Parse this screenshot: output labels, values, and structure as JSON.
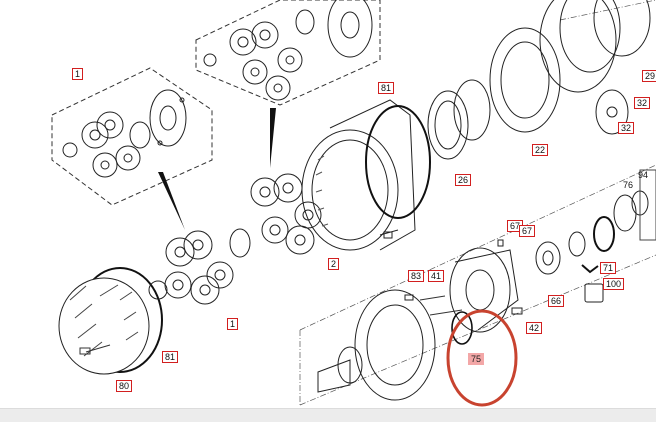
{
  "diagram": {
    "callouts": [
      {
        "id": "c1a",
        "text": "1"
      },
      {
        "id": "c1b",
        "text": "1"
      },
      {
        "id": "c2",
        "text": "2"
      },
      {
        "id": "c22",
        "text": "22"
      },
      {
        "id": "c26",
        "text": "26"
      },
      {
        "id": "c29",
        "text": "29"
      },
      {
        "id": "c32a",
        "text": "32"
      },
      {
        "id": "c32b",
        "text": "32"
      },
      {
        "id": "c41",
        "text": "41"
      },
      {
        "id": "c42",
        "text": "42"
      },
      {
        "id": "c66",
        "text": "66"
      },
      {
        "id": "c67a",
        "text": "67"
      },
      {
        "id": "c67b",
        "text": "67"
      },
      {
        "id": "c71",
        "text": "71"
      },
      {
        "id": "c75",
        "text": "75"
      },
      {
        "id": "c80",
        "text": "80"
      },
      {
        "id": "c81a",
        "text": "81"
      },
      {
        "id": "c81b",
        "text": "81"
      },
      {
        "id": "c83",
        "text": "83"
      },
      {
        "id": "c100",
        "text": "100"
      }
    ],
    "plain_labels": [
      {
        "id": "p76",
        "text": "76"
      },
      {
        "id": "p94",
        "text": "94"
      }
    ],
    "highlight_color": "#c8432f"
  }
}
